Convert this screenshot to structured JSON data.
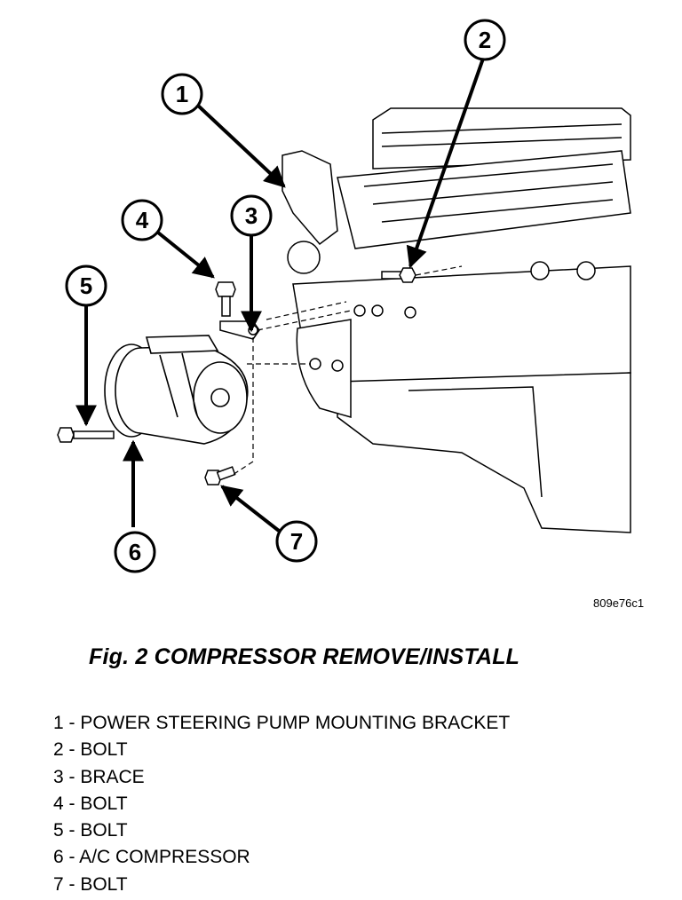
{
  "figure": {
    "code": "809e76c1",
    "caption": "Fig. 2 COMPRESSOR REMOVE/INSTALL"
  },
  "callouts": [
    {
      "num": "1"
    },
    {
      "num": "2"
    },
    {
      "num": "3"
    },
    {
      "num": "4"
    },
    {
      "num": "5"
    },
    {
      "num": "6"
    },
    {
      "num": "7"
    }
  ],
  "legend": [
    "1 - POWER STEERING PUMP MOUNTING BRACKET",
    "2 - BOLT",
    "3 - BRACE",
    "4 - BOLT",
    "5 - BOLT",
    "6 - A/C COMPRESSOR",
    "7 - BOLT"
  ]
}
